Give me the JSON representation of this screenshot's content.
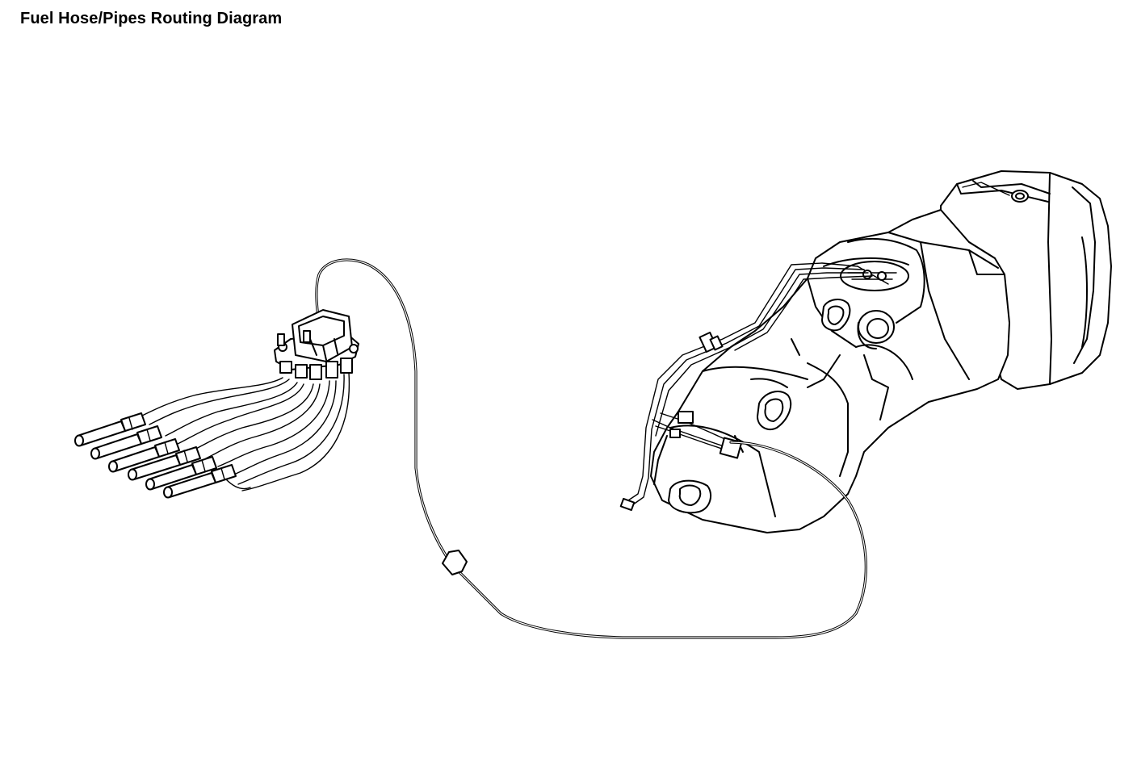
{
  "title": "Fuel Hose/Pipes Routing Diagram",
  "colors": {
    "background": "#ffffff",
    "line": "#000000"
  },
  "components": {
    "fuel_tank": "fuel-tank",
    "fuel_pipe_assembly": "fuel-pipe-assembly",
    "injector_connector_harness": "injector-connector-harness",
    "fuel_rail_connector": "fuel-rail-connector",
    "in_line_fitting": "in-line-fitting"
  }
}
